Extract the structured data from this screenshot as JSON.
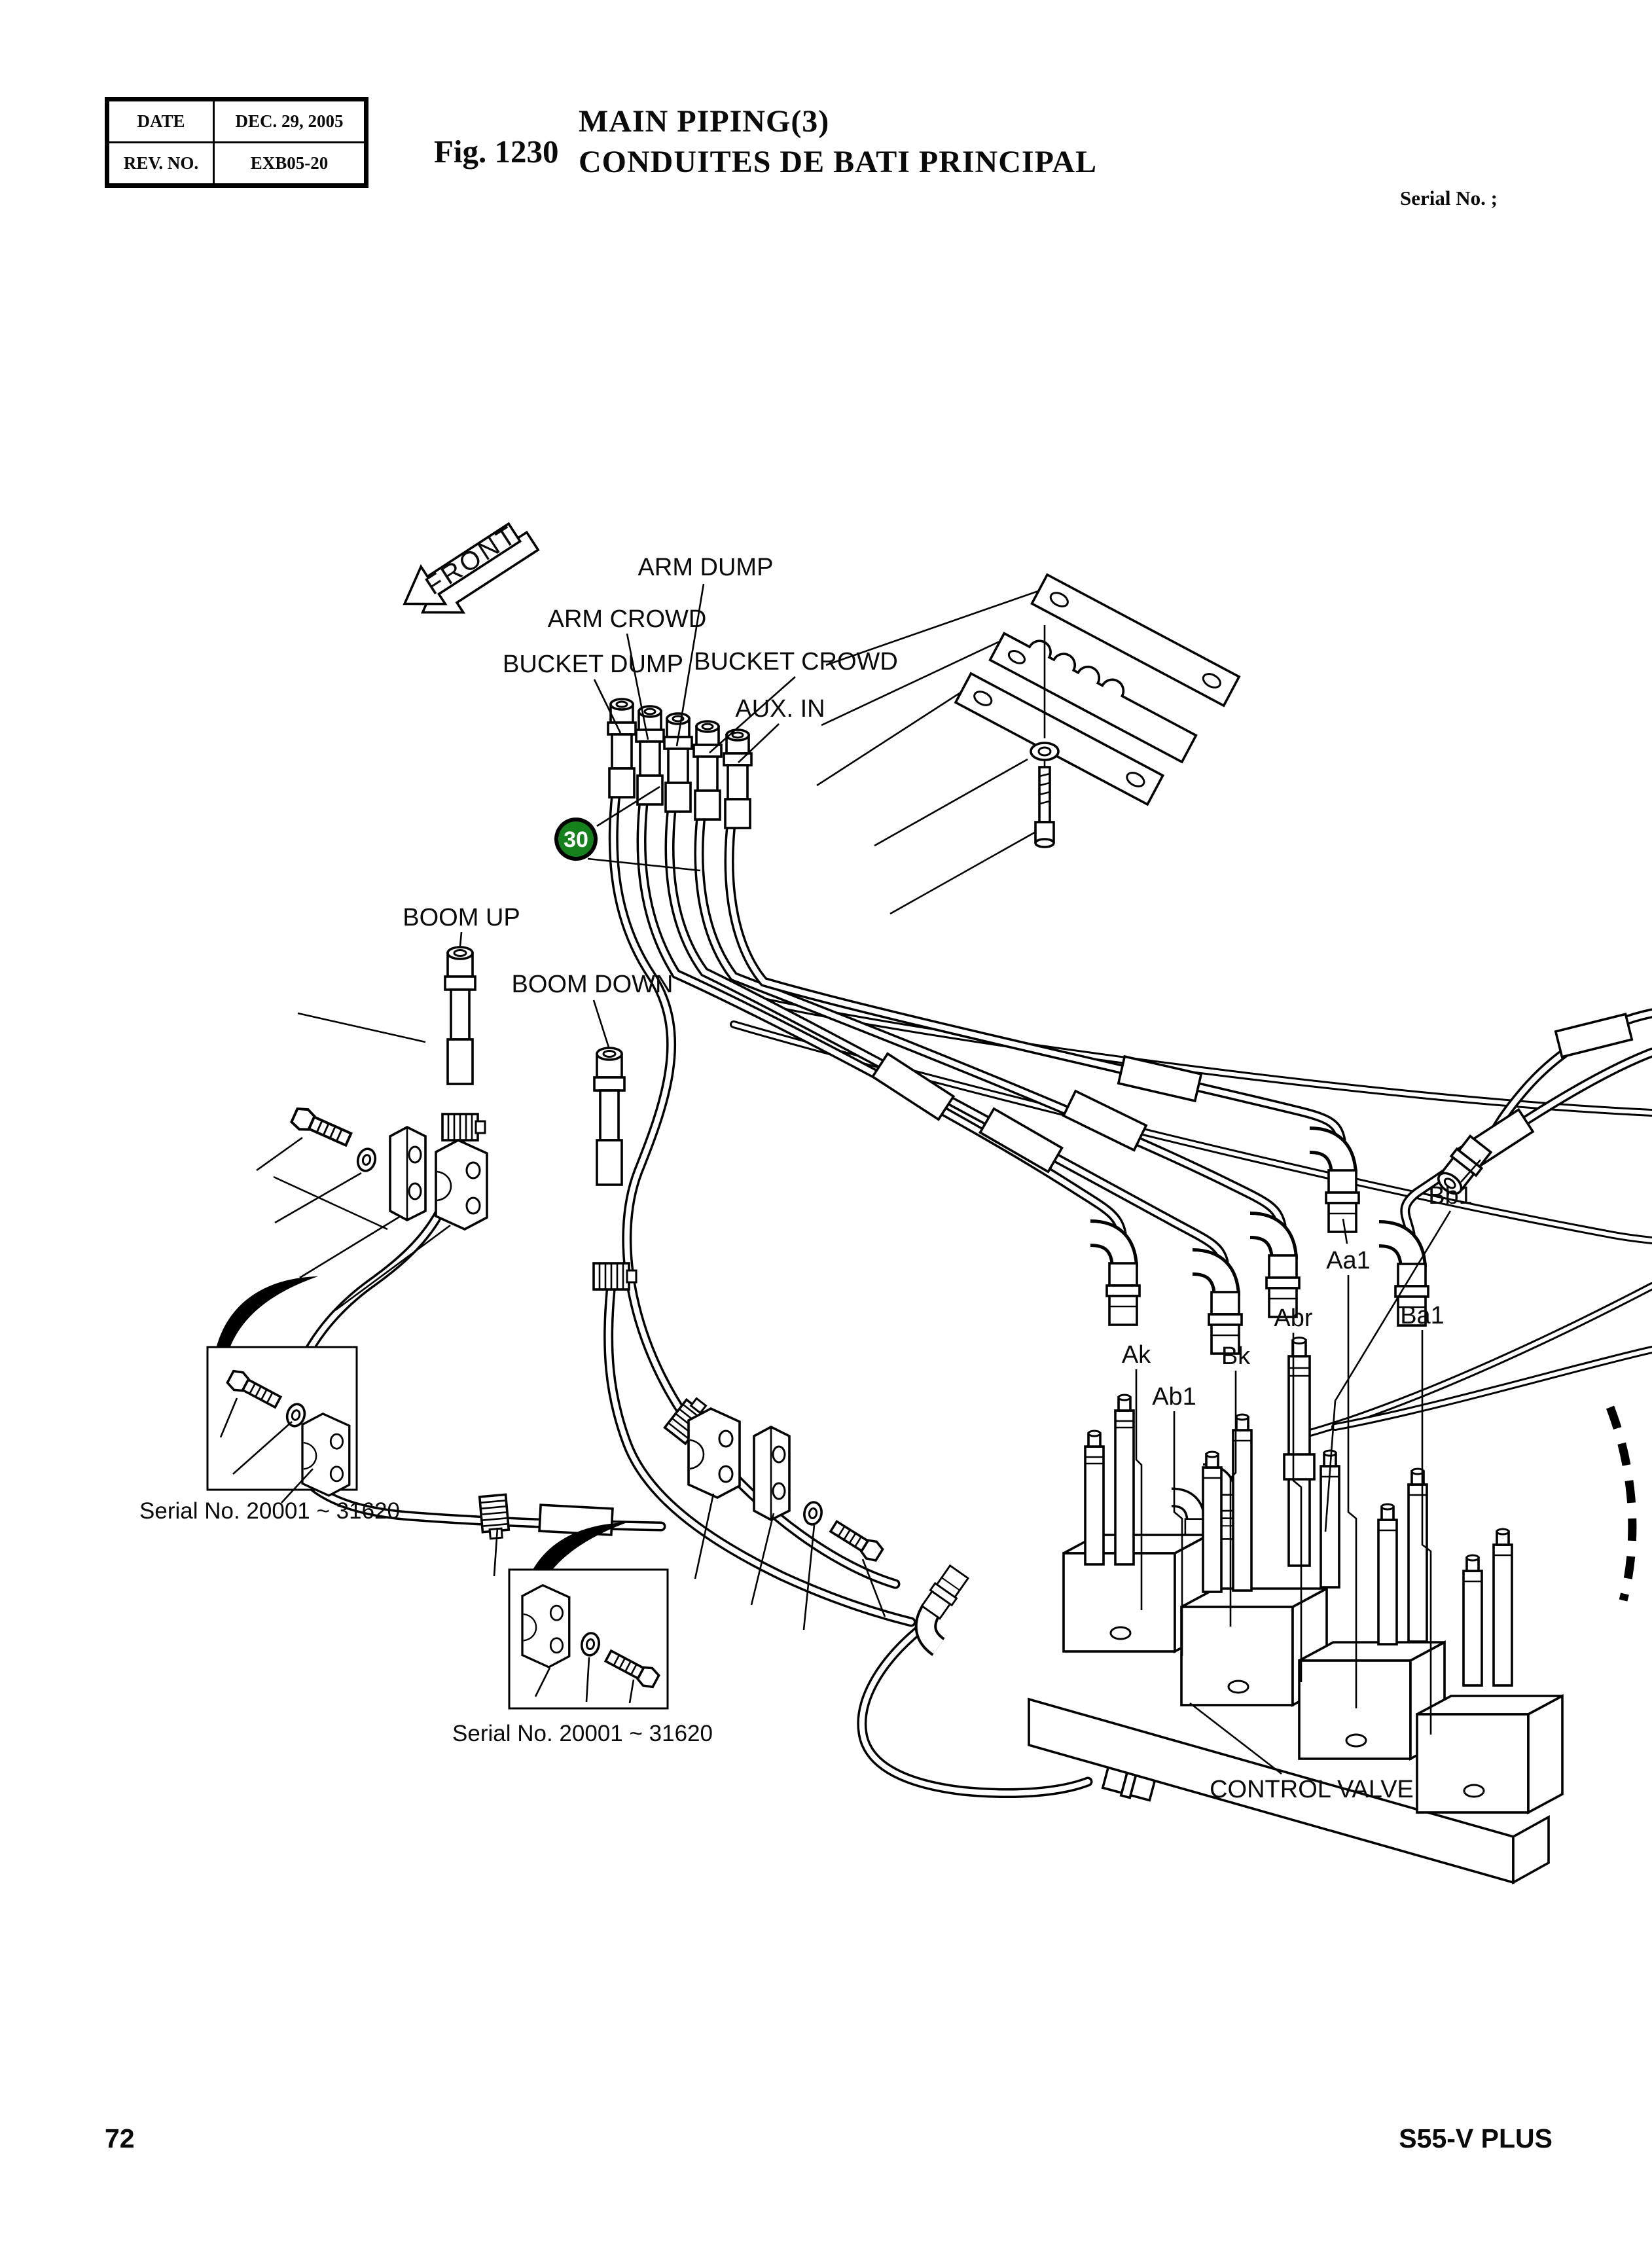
{
  "header": {
    "table": {
      "rows": [
        {
          "label": "DATE",
          "value": "DEC. 29, 2005"
        },
        {
          "label": "REV. NO.",
          "value": "EXB05-20"
        }
      ]
    },
    "figure_label": "Fig. 1230",
    "title_line1": "MAIN PIPING(3)",
    "title_line2": "CONDUITES DE BATI PRINCIPAL",
    "serial_note": "Serial No. ;"
  },
  "diagram": {
    "front_label": "FRONT",
    "callout_30": {
      "number": "30",
      "fill_color": "#15801c",
      "text_color": "#ffffff"
    },
    "line_labels": {
      "arm_dump": "ARM DUMP",
      "arm_crowd": "ARM CROWD",
      "bucket_dump": "BUCKET DUMP",
      "bucket_crowd": "BUCKET CROWD",
      "aux_in": "AUX. IN",
      "boom_up": "BOOM UP",
      "boom_down": "BOOM DOWN"
    },
    "valve_ports": {
      "ak": "Ak",
      "bk": "Bk",
      "ab1": "Ab1",
      "abr": "Abr",
      "aa1": "Aa1",
      "ba1": "Ba1",
      "bb1": "Bb1"
    },
    "serial_range_note_left": "Serial No. 20001 ~ 31620",
    "serial_range_note_bottom": "Serial No. 20001 ~ 31620",
    "control_valve_label": "CONTROL VALVE"
  },
  "footer": {
    "page_number": "72",
    "model_code": "S55-V PLUS"
  }
}
